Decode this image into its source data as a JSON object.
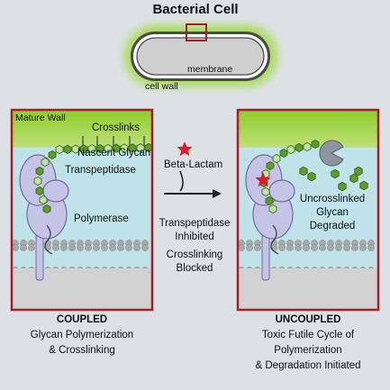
{
  "title": "Bacterial Cell",
  "cell_labels": {
    "membrane": "membrane",
    "cell_wall": "cell wall"
  },
  "left_panel": {
    "mature_wall": "Mature Wall",
    "crosslinks": "Crosslinks",
    "nascent_glycan": "Nascent Glycan",
    "transpeptidase": "Transpeptidase",
    "polymerase": "Polymerase"
  },
  "middle": {
    "drug": "Beta-Lactam",
    "line1": "Transpeptidase",
    "line2": "Inhibited",
    "line3": "Crosslinking",
    "line4": "Blocked"
  },
  "right_panel": {
    "line1": "Uncrosslinked",
    "line2": "Glycan",
    "line3": "Degraded"
  },
  "captions": {
    "left_heading": "COUPLED",
    "left_line1": "Glycan Polymerization",
    "left_line2": "& Crosslinking",
    "right_heading": "UNCOUPLED",
    "right_line1": "Toxic Futile Cycle of",
    "right_line2": "Polymerization",
    "right_line3": "& Degradation Initiated"
  },
  "colors": {
    "wall_green": "#9fd13a",
    "periplasm": "#bfe3e8",
    "enzyme": "#c6c4e6",
    "frame": "#a51e2a",
    "drug_star": "#d8202c",
    "glycan": "#5c9d2c"
  }
}
